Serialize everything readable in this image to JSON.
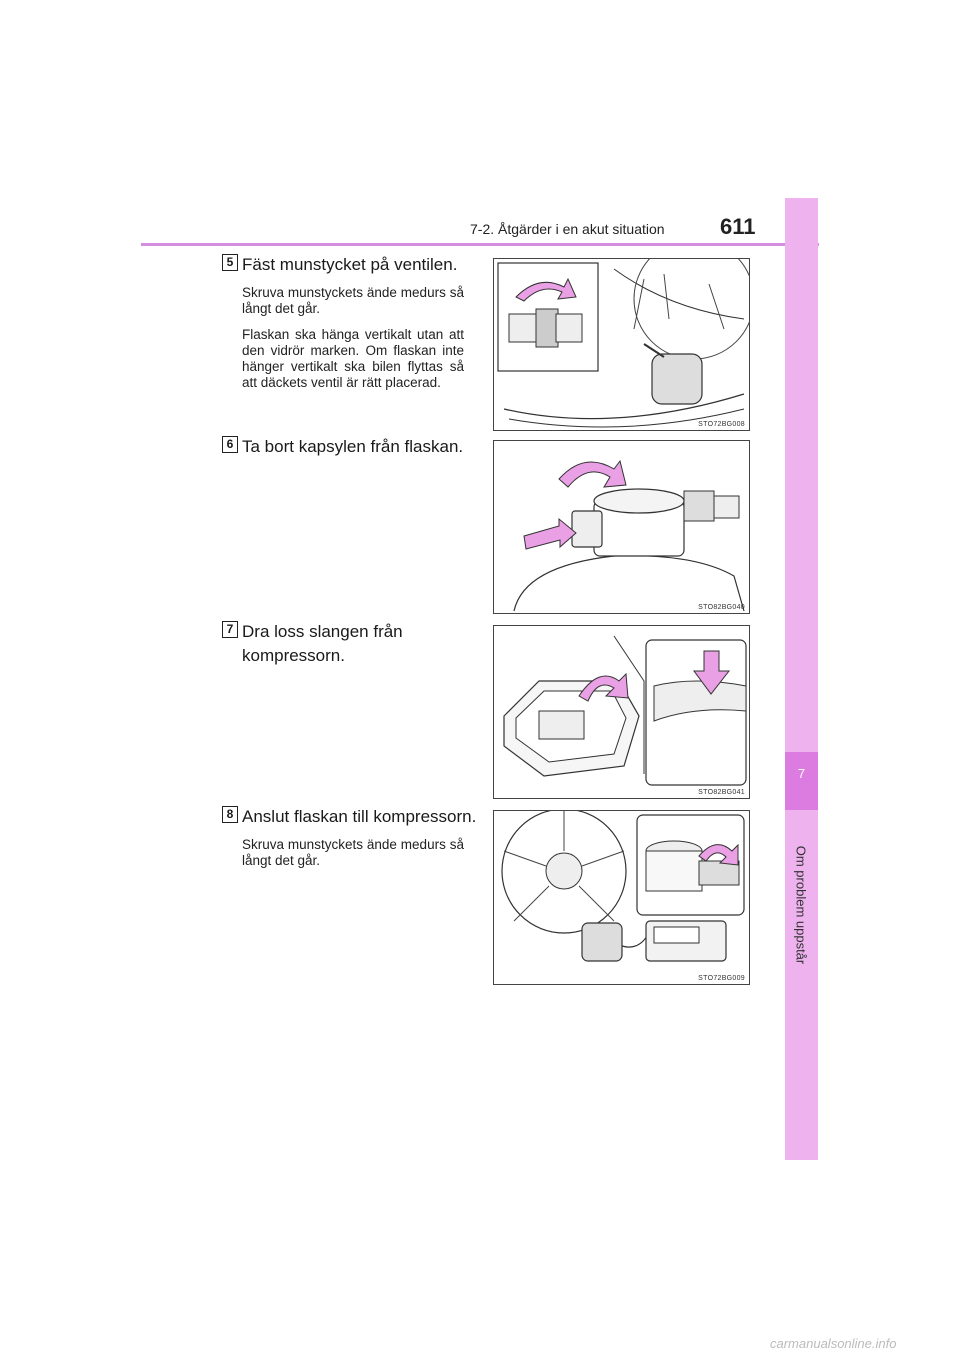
{
  "header": {
    "section_title": "7-2. Åtgärder i en akut situation",
    "page_number": "611"
  },
  "side_tab": {
    "chapter_number": "7",
    "chapter_label": "Om problem uppstår"
  },
  "steps": [
    {
      "number": "5",
      "title": "Fäst munstycket på ventilen.",
      "paragraphs": [
        "Skruva munstyckets ände medurs så långt det går.",
        "Flaskan ska hänga vertikalt utan att den vidrör marken. Om flaskan inte hänger vertikalt ska bilen flyttas så att däckets ventil är rätt placerad."
      ],
      "figure_code": "STO72BG008"
    },
    {
      "number": "6",
      "title": "Ta bort kapsylen från flaskan.",
      "paragraphs": [],
      "figure_code": "STO82BG040"
    },
    {
      "number": "7",
      "title": "Dra loss slangen från kompressorn.",
      "paragraphs": [],
      "figure_code": "STO82BG041"
    },
    {
      "number": "8",
      "title": "Anslut flaskan till kompressorn.",
      "paragraphs": [
        "Skruva munstyckets ände medurs så långt det går."
      ],
      "figure_code": "STO72BG009"
    }
  ],
  "watermark": "carmanualsonline.info",
  "colors": {
    "accent_rule": "#d48ee0",
    "side_strip": "#eeb2ee",
    "side_tab": "#dc7ce0",
    "arrow_fill": "#e9a0e4"
  }
}
